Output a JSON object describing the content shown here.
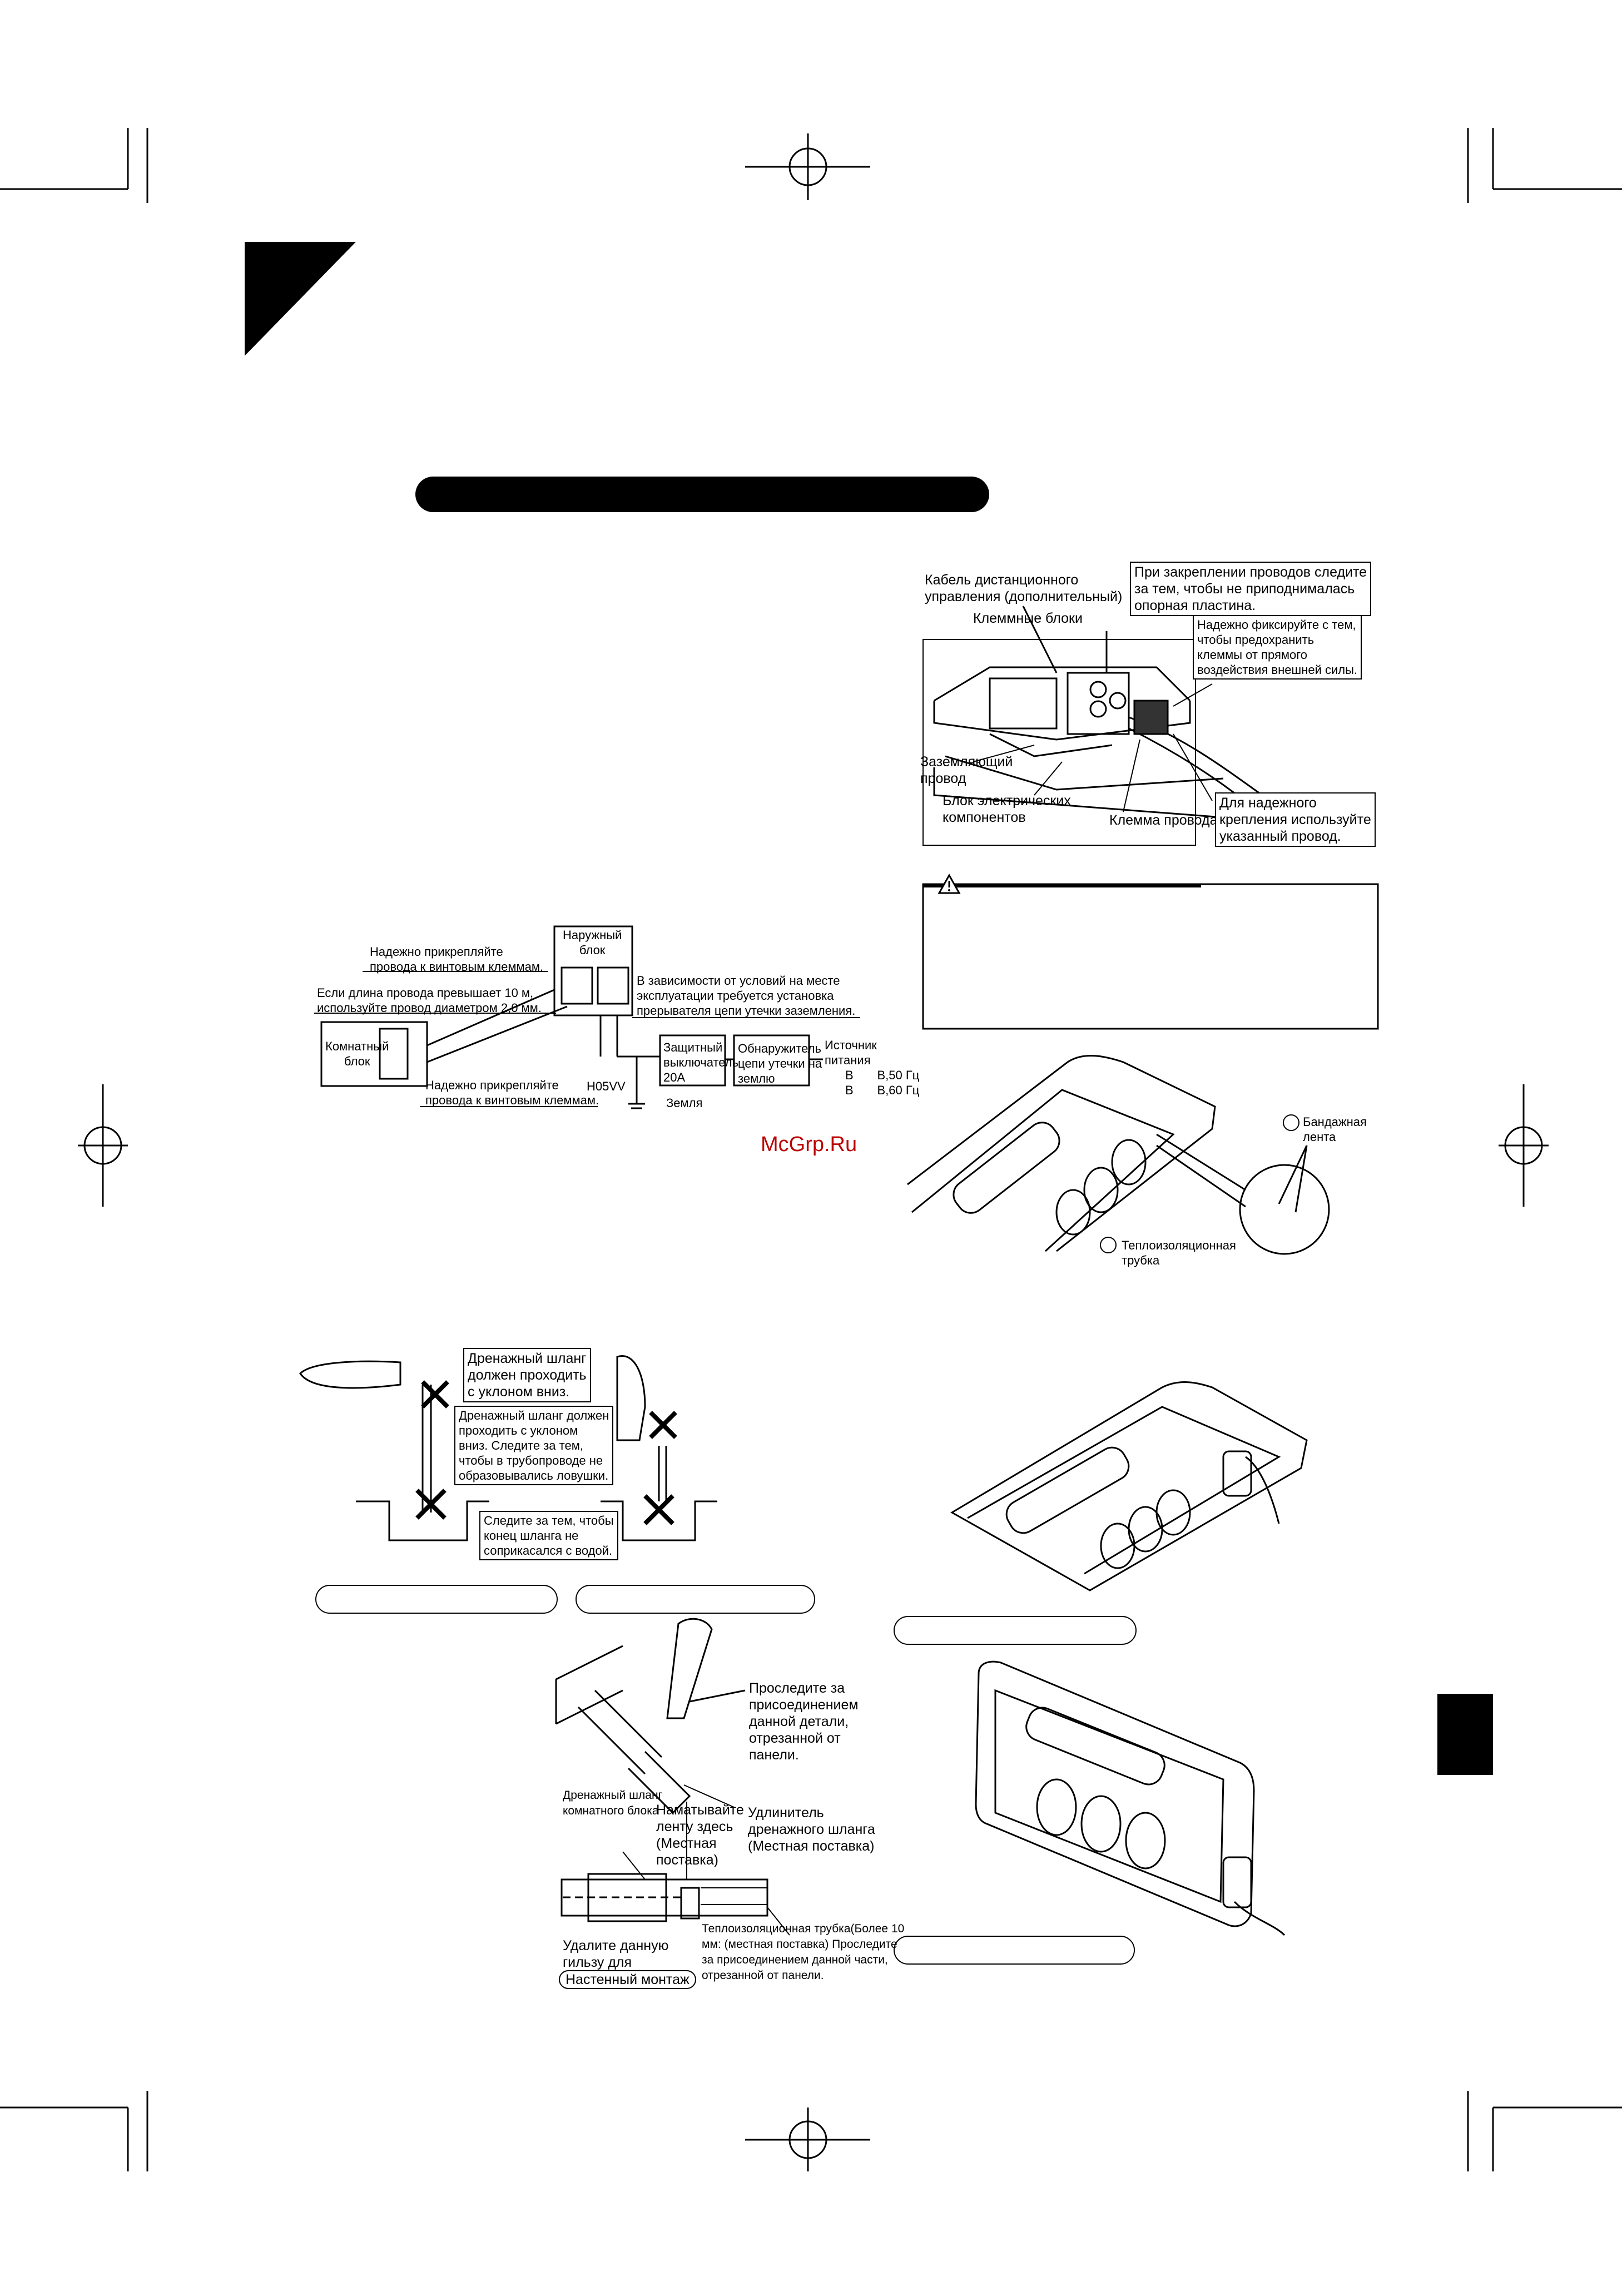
{
  "watermark": "McGrp.Ru",
  "wiring_terminal": {
    "remote_cable": "Кабель дистанционного\nуправления (дополнительный)",
    "terminal_blocks": "Клеммные блоки",
    "ground_wire": "Заземляющий\nпровод",
    "component_block": "Блок электрических\nкомпонентов",
    "wire_clamp": "Клемма провода",
    "note_plate": "При закреплении проводов следите\nза тем, чтобы не приподнималась\nопорная пластина.",
    "note_fix": "Надежно фиксируйте с тем,\nчтобы предохранить\nклеммы от прямого\nвоздействия внешней силы.",
    "note_wire": "Для надежного\nкрепления используйте\nуказанный провод."
  },
  "wiring_schema": {
    "outdoor_unit": "Наружный\nблок",
    "indoor_unit": "Комнатный\nблок",
    "fasten_top": "Надежно прикрепляйте\nпровода к винтовым клеммам.",
    "length_note": "Если длина провода превышает 10 м,\nиспользуйте провод диаметром 2,0 мм.",
    "leakage_note": "В зависимости от условий на месте\nэксплуатации требуется установка\nпрерывателя цепи утечки заземления.",
    "fasten_bottom": "Надежно прикрепляйте\nпровода к винтовым клеммам.",
    "cable_type": "H05VV",
    "earth": "Земля",
    "breaker": "Защитный\nвыключатель\n20A",
    "leak_detector": "Обнаружитель\nцепи утечки на\nземлю",
    "power_source": "Источник\nпитания",
    "power_lines": "В       В,50 Гц\nВ       В,60 Гц"
  },
  "insulation": {
    "band": "Бандажная\nлента",
    "tube": "Теплоизоляционная\nтрубка"
  },
  "drain": {
    "slope_box": "Дренажный шланг\nдолжен проходить\nс уклоном вниз.",
    "slope_note": "Дренажный шланг должен\nпроходить с уклоном\nвниз. Следите за тем,\nчтобы в трубопроводе не\nобразовывались ловушки.",
    "water_note": "Следите за тем, чтобы\nконец шланга не\nсоприкасался с водой."
  },
  "hose": {
    "check_part": "Проследите за\nприсоединением\nданной детали,\nотрезанной от\nпанели.",
    "indoor_hose": "Дренажный шланг\nкомнатного блока",
    "wrap_tape": "Наматывайте\nленту здесь\n(Местная\nпоставка)",
    "extension": "Удлинитель\nдренажного шланга\n(Местная поставка)",
    "insulation_note": "Теплоизоляционная трубка(Более 10\nмм: (местная поставка) Проследите\nза присоединением данной части,\nотрезанной от панели.",
    "remove_sleeve": "Удалите данную\nгильзу для",
    "wall_mount": "Настенный монтаж"
  }
}
